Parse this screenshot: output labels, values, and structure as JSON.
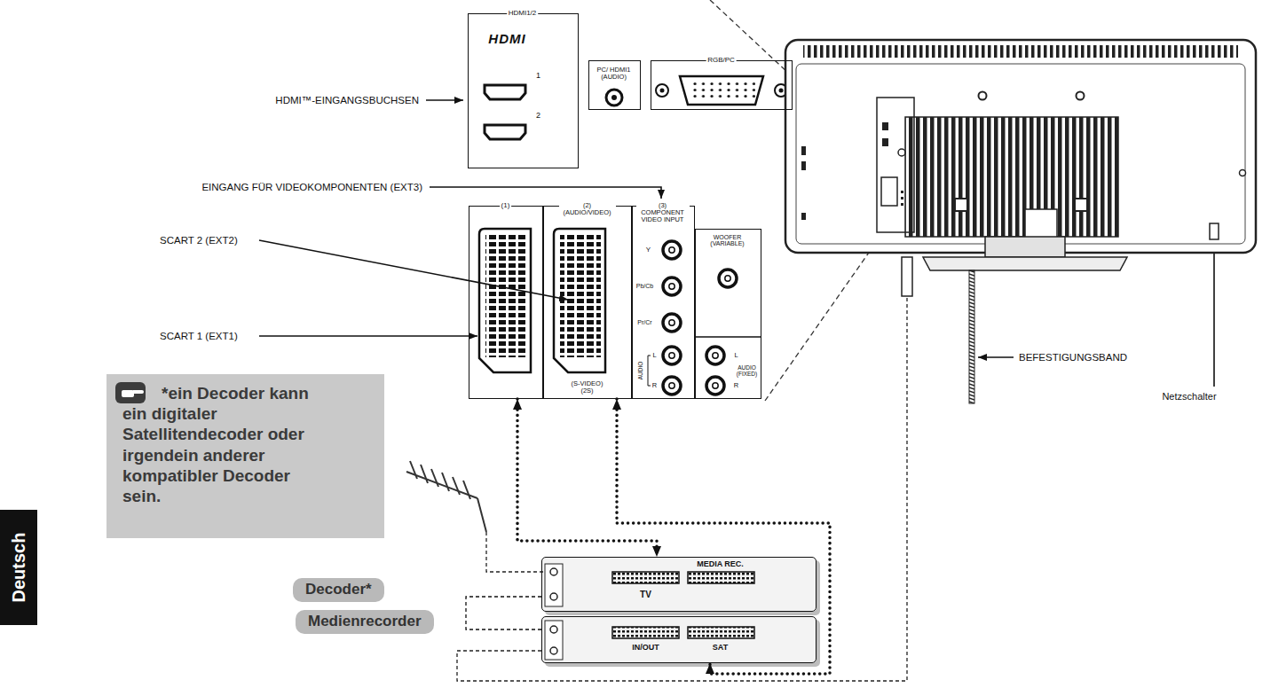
{
  "diagram": {
    "nodes": [
      {
        "text": [
          "HDMI1/2",
          "HDMI",
          "1",
          "2"
        ]
      },
      {
        "text": [
          "PC/ HDMI1 (AUDIO)"
        ]
      },
      {
        "text": [
          "RGB/PC"
        ]
      },
      {
        "text": [
          "(1)"
        ]
      },
      {
        "text": [
          "(2) (AUDIO/VIDEO)",
          "(S-VIDEO) (2S)"
        ]
      },
      {
        "text": [
          "(3) COMPONENT VIDEO INPUT",
          "Y",
          "Pb/Cb",
          "Pr/Cr",
          "L",
          "AUDIO",
          "R"
        ]
      },
      {
        "text": [
          "WOOFER (VARIABLE)",
          "L",
          "AUDIO (FIXED)",
          "R"
        ]
      },
      {
        "text": [
          "*ein Decoder kann ein digitaler Satellitendecoder oder irgendein anderer kompatibler Decoder sein."
        ]
      },
      {
        "text": [
          "Deutsch"
        ]
      },
      {
        "text": [
          "Decoder*"
        ]
      },
      {
        "text": [
          "Medienrecorder"
        ]
      },
      {
        "text": [
          "MEDIA REC.",
          "TV"
        ]
      },
      {
        "text": [
          "IN/OUT",
          "SAT"
        ]
      }
    ],
    "edges": [
      {
        "from": 3,
        "to": 11,
        "arrow": "both"
      },
      {
        "from": 4,
        "to": 12,
        "arrow": "both"
      },
      {
        "from": 11,
        "to": 12,
        "arrow": "none"
      }
    ],
    "labels": [
      "HDMI™-EINGANGSBUCHSEN",
      "EINGANG FÜR VIDEOKOMPONENTEN (EXT3)",
      "SCART 2 (EXT2)",
      "SCART 1 (EXT1)",
      "BEFESTIGUNGSBAND",
      "Netzschalter"
    ]
  }
}
